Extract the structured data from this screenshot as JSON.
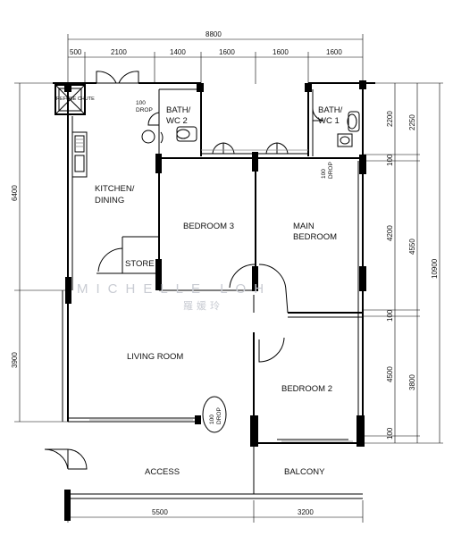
{
  "plan": {
    "overall_width": "8800",
    "overall_height": "10900",
    "top_dims": [
      "500",
      "2100",
      "1400",
      "1600",
      "1600",
      "1600"
    ],
    "bottom_dims": [
      "5500",
      "3200"
    ],
    "left_dims": [
      "6400",
      "3900"
    ],
    "right_inner_dims": [
      "2200",
      "100",
      "4200",
      "100",
      "4500",
      "100"
    ],
    "right_outer_dims": [
      "2250",
      "4550",
      "3800"
    ]
  },
  "rooms": {
    "refuse_chute": "REFUSE CHUTE",
    "bath_wc2": [
      "BATH/",
      "WC 2"
    ],
    "bath_wc1": [
      "BATH/",
      "WC 1"
    ],
    "kitchen": [
      "KITCHEN/",
      "DINING"
    ],
    "bedroom3": "BEDROOM 3",
    "main_bedroom": [
      "MAIN",
      "BEDROOM"
    ],
    "store": "STORE",
    "living_room": "LIVING ROOM",
    "bedroom2": "BEDROOM 2",
    "access": "ACCESS",
    "balcony": "BALCONY"
  },
  "drops": {
    "drop_top": [
      "100",
      "DROP"
    ],
    "drop_right": [
      "100",
      "DROP"
    ],
    "drop_living": [
      "100",
      "DROP"
    ]
  },
  "watermark": {
    "name": "MICHELLE LOH",
    "chinese": "羅媛玲"
  }
}
